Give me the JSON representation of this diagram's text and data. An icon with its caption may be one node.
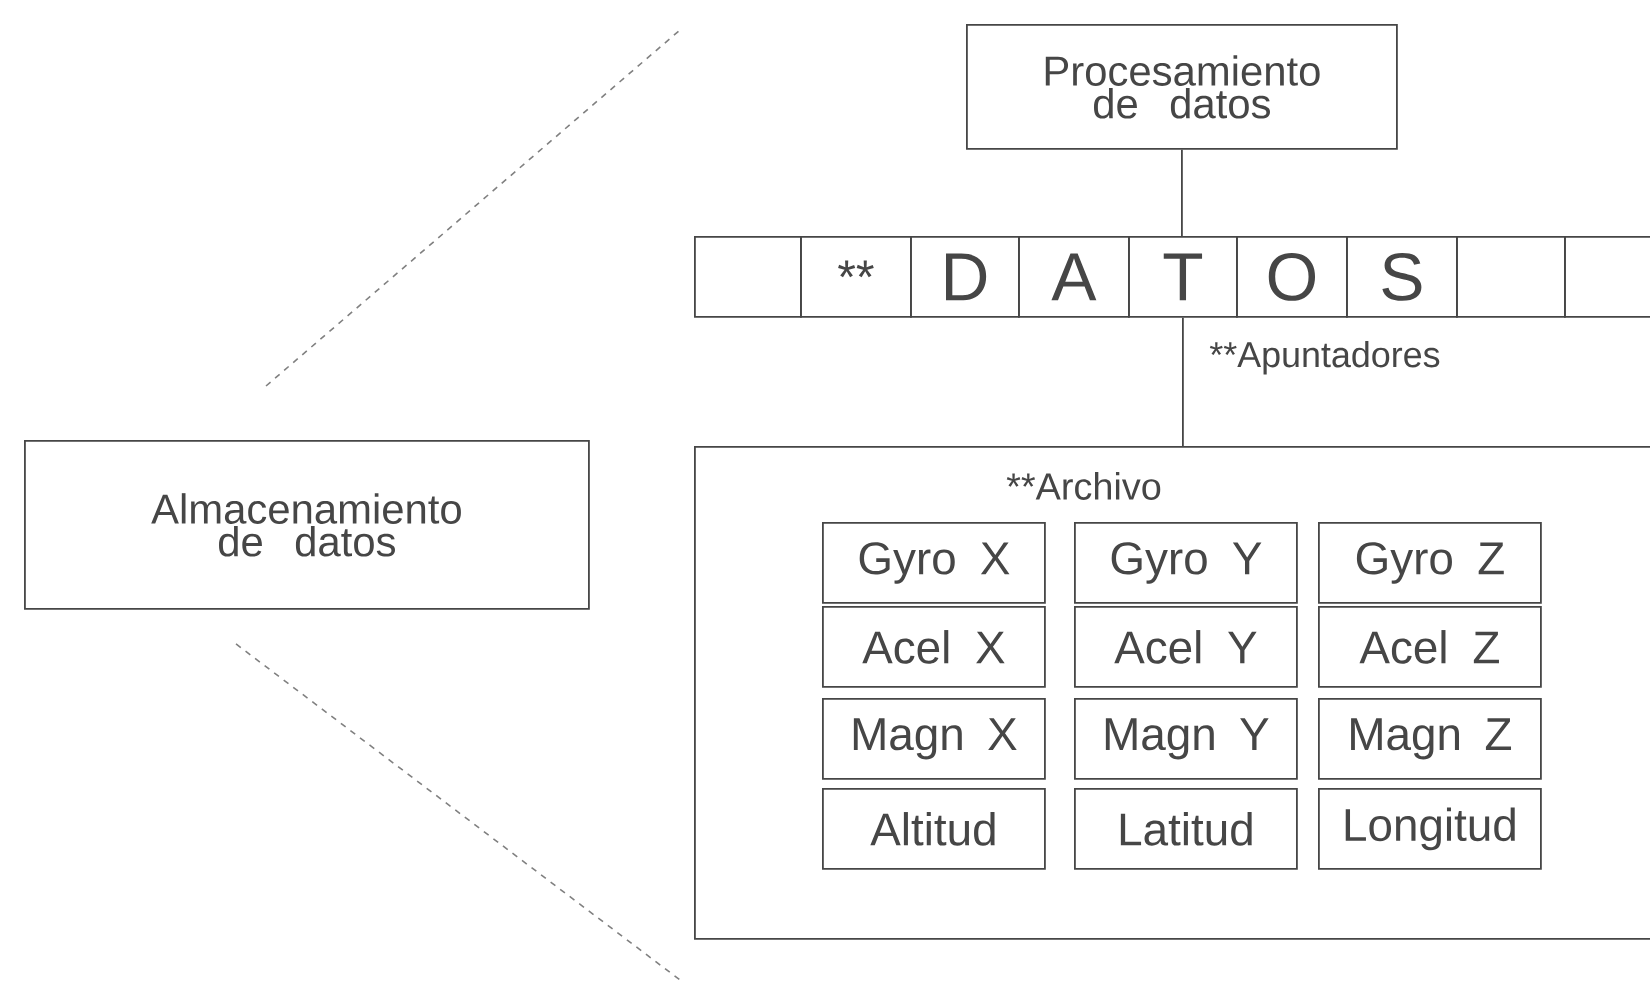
{
  "diagram": {
    "nodes": [
      {
        "text": [
          "Procesamiento de datos"
        ]
      },
      {
        "text": [],
        "shape": "box"
      },
      {
        "text": [
          "**"
        ]
      },
      {
        "text": [
          "D"
        ]
      },
      {
        "text": [
          "A"
        ]
      },
      {
        "text": [
          "T"
        ]
      },
      {
        "text": [
          "O"
        ]
      },
      {
        "text": [
          "S"
        ]
      },
      {
        "text": [],
        "shape": "box"
      },
      {
        "text": [],
        "shape": "box"
      },
      {
        "text": [
          "**Archivo"
        ]
      },
      {
        "text": [
          "Gyro X"
        ],
        "in": 10
      },
      {
        "text": [
          "Gyro Y"
        ],
        "in": 10
      },
      {
        "text": [
          "Gyro Z"
        ],
        "in": 10
      },
      {
        "text": [
          "Acel X"
        ],
        "in": 10
      },
      {
        "text": [
          "Acel Y"
        ],
        "in": 10
      },
      {
        "text": [
          "Acel Z"
        ],
        "in": 10
      },
      {
        "text": [
          "Magn X"
        ],
        "in": 10
      },
      {
        "text": [
          "Magn Y"
        ],
        "in": 10
      },
      {
        "text": [
          "Magn Z"
        ],
        "in": 10
      },
      {
        "text": [
          "Altitud"
        ],
        "in": 10
      },
      {
        "text": [
          "Latitud"
        ],
        "in": 10
      },
      {
        "text": [
          "Longitud"
        ],
        "in": 10
      },
      {
        "text": [
          "Almacenamiento de datos"
        ]
      }
    ],
    "edges": [
      {
        "from": 0,
        "to": 5,
        "arrow": "none"
      },
      {
        "from": 5,
        "to": 10,
        "arrow": "none",
        "label": "**Apuntadores"
      }
    ]
  }
}
